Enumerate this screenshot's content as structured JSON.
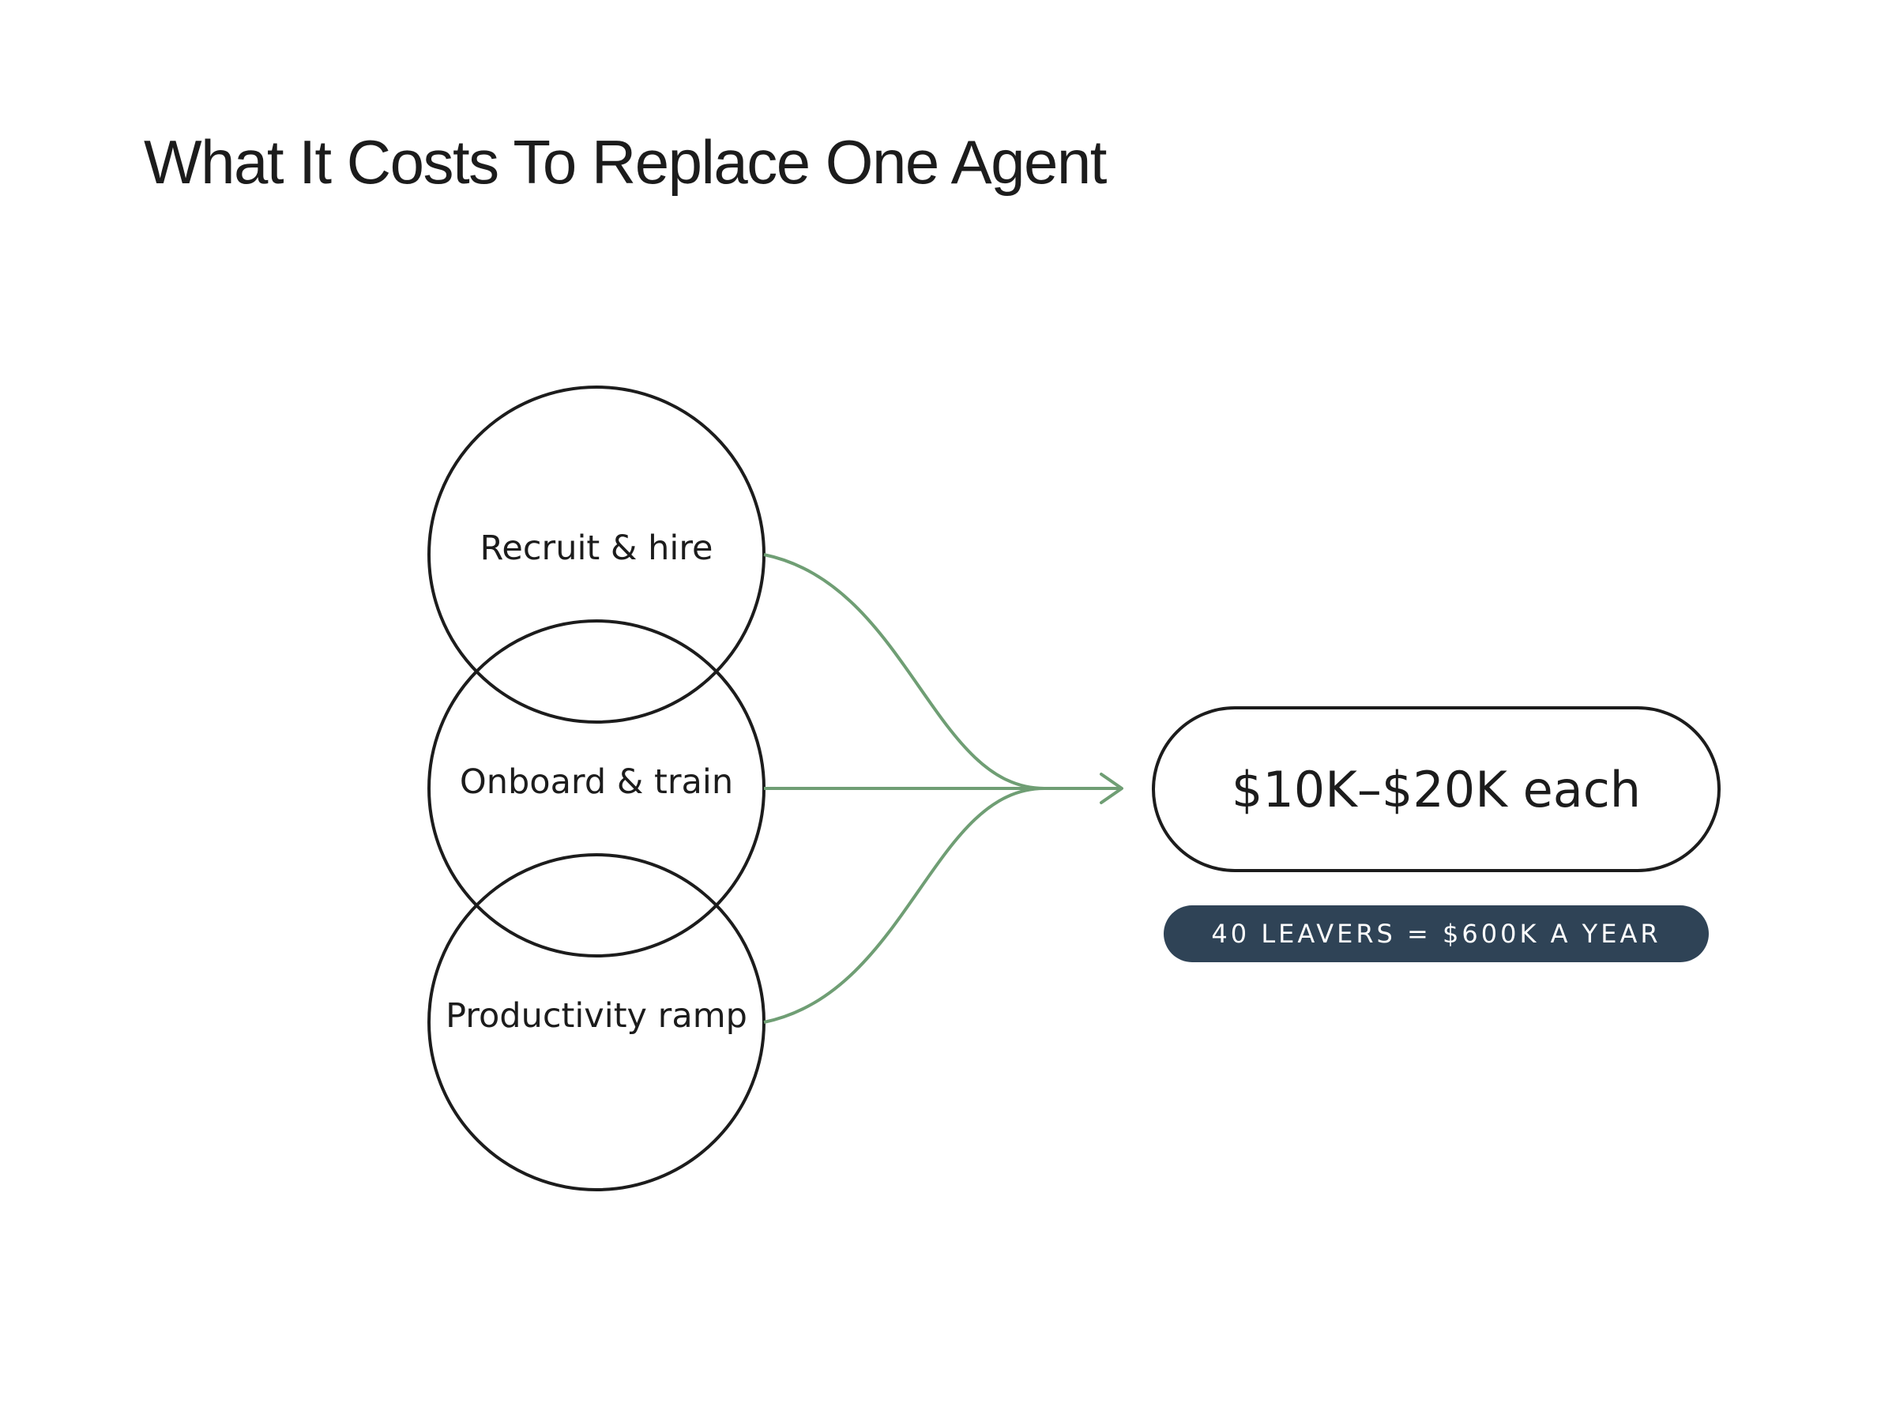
{
  "title": "What It Costs To Replace One Agent",
  "components": [
    {
      "label": "Recruit & hire"
    },
    {
      "label": "Onboard & train"
    },
    {
      "label": "Productivity ramp"
    }
  ],
  "result": {
    "label": "$10K–$20K each"
  },
  "badge": {
    "label": "40 LEAVERS = $600K A YEAR"
  },
  "colors": {
    "text": "#1c1c1c",
    "outline": "#1c1c1c",
    "connector": "#6f9e74",
    "badge_fill": "#2f4356",
    "badge_text": "#ffffff",
    "background": "#ffffff"
  }
}
